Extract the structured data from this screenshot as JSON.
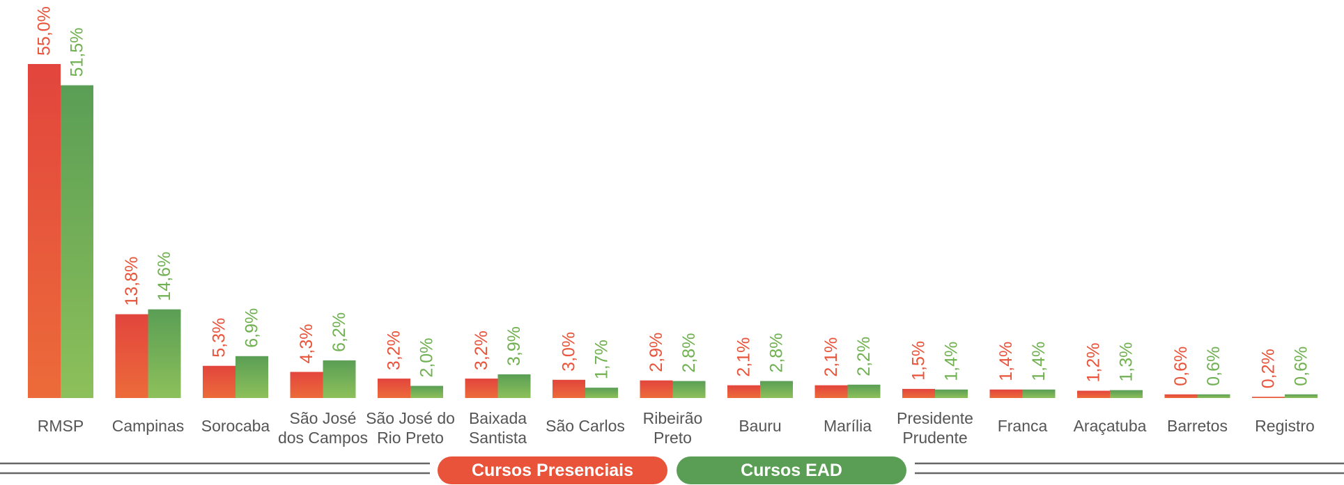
{
  "colors": {
    "presencial_top": "#e2453d",
    "presencial_bottom": "#ec6b3a",
    "ead_top": "#5a9e55",
    "ead_bottom": "#8dc05a",
    "presencial_text": "#e8533a",
    "ead_text": "#6fb050",
    "line": "#666666"
  },
  "legend": {
    "presencial": "Cursos Presenciais",
    "ead": "Cursos EAD"
  },
  "chart_data": {
    "type": "bar",
    "ylim": [
      0,
      55
    ],
    "grid": false,
    "legend_position": "bottom-center",
    "categories": [
      [
        "RMSP"
      ],
      [
        "Campinas"
      ],
      [
        "Sorocaba"
      ],
      [
        "São José",
        "dos Campos"
      ],
      [
        "São José do",
        "Rio Preto"
      ],
      [
        "Baixada",
        "Santista"
      ],
      [
        "São Carlos"
      ],
      [
        "Ribeirão",
        "Preto"
      ],
      [
        "Bauru"
      ],
      [
        "Marília"
      ],
      [
        "Presidente",
        "Prudente"
      ],
      [
        "Franca"
      ],
      [
        "Araçatuba"
      ],
      [
        "Barretos"
      ],
      [
        "Registro"
      ]
    ],
    "series": [
      {
        "name": "Cursos Presenciais",
        "values": [
          55.0,
          13.8,
          5.3,
          4.3,
          3.2,
          3.2,
          3.0,
          2.9,
          2.1,
          2.1,
          1.5,
          1.4,
          1.2,
          0.6,
          0.2
        ],
        "labels": [
          "55,0%",
          "13,8%",
          "5,3%",
          "4,3%",
          "3,2%",
          "3,2%",
          "3,0%",
          "2,9%",
          "2,1%",
          "2,1%",
          "1,5%",
          "1,4%",
          "1,2%",
          "0,6%",
          "0,2%"
        ]
      },
      {
        "name": "Cursos EAD",
        "values": [
          51.5,
          14.6,
          6.9,
          6.2,
          2.0,
          3.9,
          1.7,
          2.8,
          2.8,
          2.2,
          1.4,
          1.4,
          1.3,
          0.6,
          0.6
        ],
        "labels": [
          "51,5%",
          "14,6%",
          "6,9%",
          "6,2%",
          "2,0%",
          "3,9%",
          "1,7%",
          "2,8%",
          "2,8%",
          "2,2%",
          "1,4%",
          "1,4%",
          "1,3%",
          "0,6%",
          "0,6%"
        ]
      }
    ]
  }
}
